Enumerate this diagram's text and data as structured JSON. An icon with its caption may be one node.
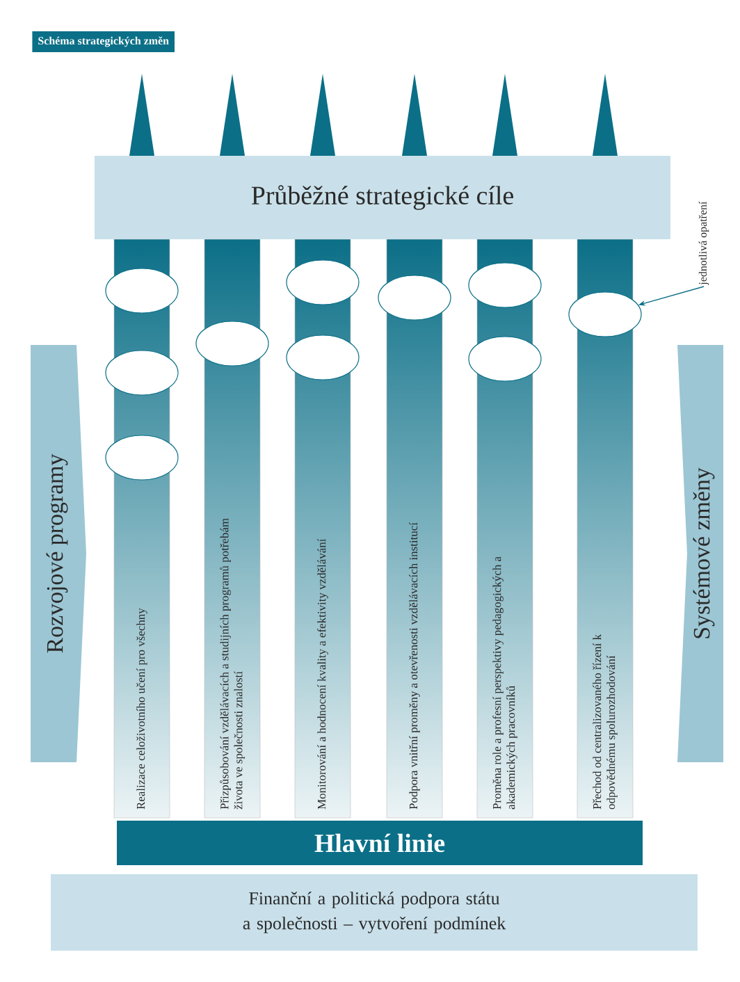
{
  "diagram": {
    "title": "Schéma strategických změn",
    "nodes": [
      {
        "text": [
          "Průběžné strategické cíle"
        ]
      },
      {
        "text": [
          "Realizace celoživotního učení pro všechny"
        ]
      },
      {
        "text": [
          "Přizpůsobování vzdělávacích a studijních programů potřebám života ve společnosti znalostí"
        ]
      },
      {
        "text": [
          "Monitorování a hodnocení kvality a efektivity vzdělávání"
        ]
      },
      {
        "text": [
          "Podpora vnitřní proměny a otevřenosti vzdělávacích institucí"
        ]
      },
      {
        "text": [
          "Proměna role a profesní perspektivy pedagogických a akademických pracovníků"
        ]
      },
      {
        "text": [
          "Přechod od centralizovaného řízení k odpovědnému spolurozhodování"
        ]
      },
      {
        "text": [],
        "shape": "ellipse"
      },
      {
        "text": [],
        "shape": "ellipse"
      },
      {
        "text": [],
        "shape": "ellipse"
      },
      {
        "text": [],
        "shape": "ellipse"
      },
      {
        "text": [],
        "shape": "ellipse"
      },
      {
        "text": [],
        "shape": "ellipse"
      },
      {
        "text": [],
        "shape": "ellipse"
      },
      {
        "text": [],
        "shape": "ellipse"
      },
      {
        "text": [],
        "shape": "ellipse"
      },
      {
        "text": [],
        "shape": "ellipse"
      },
      {
        "text": [
          "jednotlivá opatření"
        ]
      },
      {
        "text": [
          "Rozvojové programy"
        ]
      },
      {
        "text": [
          "Systémové změny"
        ]
      },
      {
        "text": [
          "Hlavní linie"
        ]
      },
      {
        "text": [
          "Finanční a politická podpora státu a společnosti – vytvoření podmínek"
        ]
      }
    ],
    "edges": [
      {
        "from": 17,
        "to": 16,
        "arrow": "to"
      }
    ]
  }
}
